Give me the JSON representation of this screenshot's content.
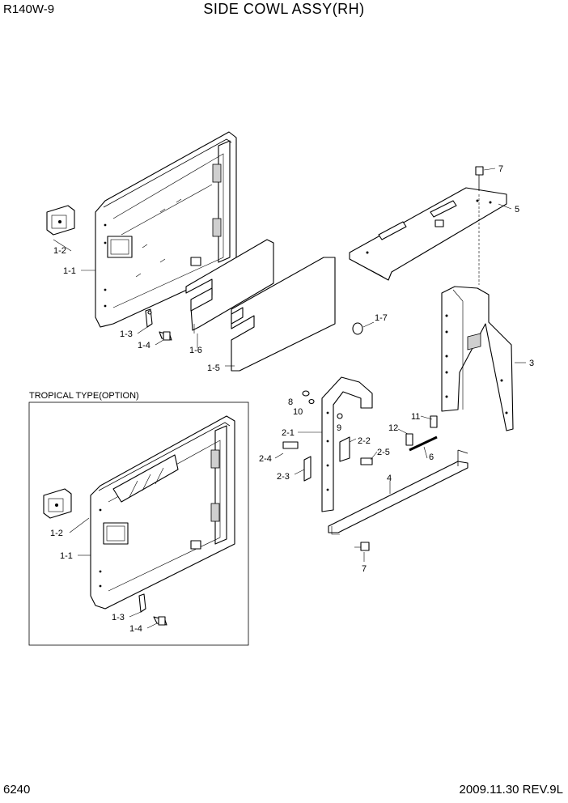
{
  "header": {
    "model": "R140W-9",
    "title": "SIDE COWL ASSY(RH)"
  },
  "footer": {
    "page_number": "6240",
    "revision": "2009.11.30  REV.9L"
  },
  "option_box": {
    "title": "TROPICAL TYPE(OPTION)"
  },
  "labels": {
    "main_1_2": "1-2",
    "main_1_1": "1-1",
    "main_1_3": "1-3",
    "main_1_4": "1-4",
    "main_1_6": "1-6",
    "main_1_5": "1-5",
    "main_1_7": "1-7",
    "opt_1_2": "1-2",
    "opt_1_1": "1-1",
    "opt_1_3": "1-3",
    "opt_1_4": "1-4",
    "p7_top": "7",
    "p5": "5",
    "p3": "3",
    "p8": "8",
    "p10": "10",
    "p9": "9",
    "p2_1": "2-1",
    "p2_2": "2-2",
    "p2_4": "2-4",
    "p2_5": "2-5",
    "p2_3": "2-3",
    "p11": "11",
    "p12": "12",
    "p6": "6",
    "p4": "4",
    "p7_bottom": "7"
  }
}
